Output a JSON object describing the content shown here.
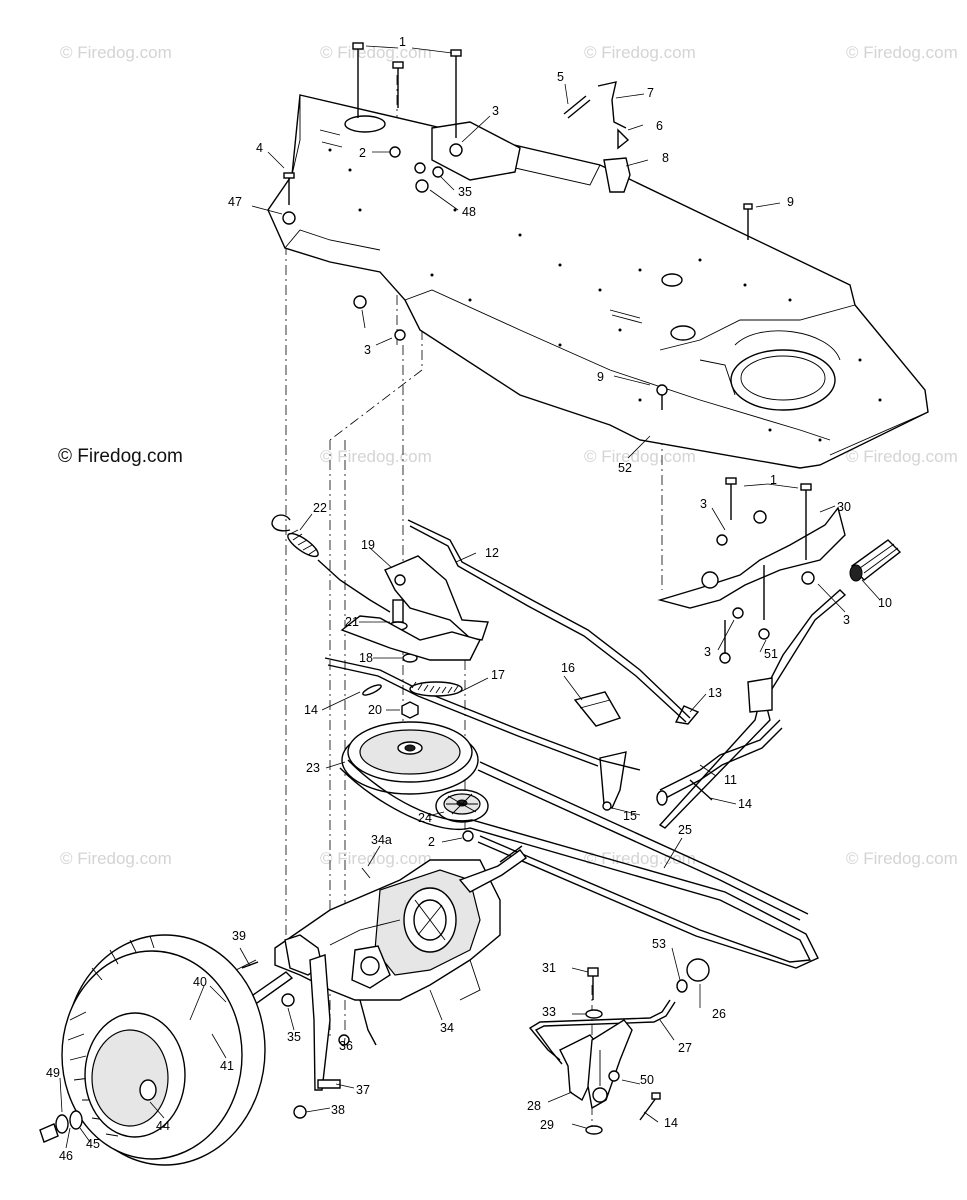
{
  "watermark": "© Firedog.com",
  "credit": "© Firedog.com",
  "callouts": [
    "1",
    "2",
    "3",
    "4",
    "5",
    "6",
    "7",
    "8",
    "9",
    "10",
    "11",
    "12",
    "13",
    "14",
    "15",
    "16",
    "17",
    "18",
    "19",
    "20",
    "21",
    "22",
    "23",
    "24",
    "25",
    "26",
    "27",
    "28",
    "29",
    "30",
    "31",
    "33",
    "34",
    "34a",
    "35",
    "36",
    "37",
    "38",
    "39",
    "40",
    "41",
    "44",
    "45",
    "46",
    "47",
    "48",
    "49",
    "50",
    "51",
    "52",
    "53"
  ]
}
